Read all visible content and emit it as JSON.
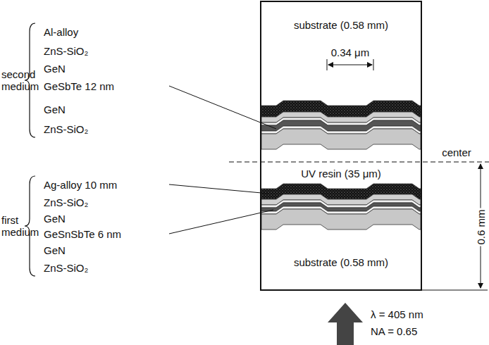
{
  "diagram": {
    "labels": [
      "Al-alloy",
      "ZnS-SiO₂",
      "GeN",
      "GeSbTe 12 nm",
      "GeN",
      "ZnS-SiO₂",
      "second medium",
      "Ag-alloy 10 mm",
      "ZnS-SiO₂",
      "GeN",
      "GeSnSbTe 6 nm",
      "GeN",
      "ZnS-SiO₂",
      "first medium",
      "substrate (0.58 mm)",
      "0.34 μm",
      "UV resin (35 μm)",
      "center",
      "substrate (0.58 mm)",
      "0.6 mm",
      "λ = 405 nm",
      "NA = 0.65"
    ]
  }
}
